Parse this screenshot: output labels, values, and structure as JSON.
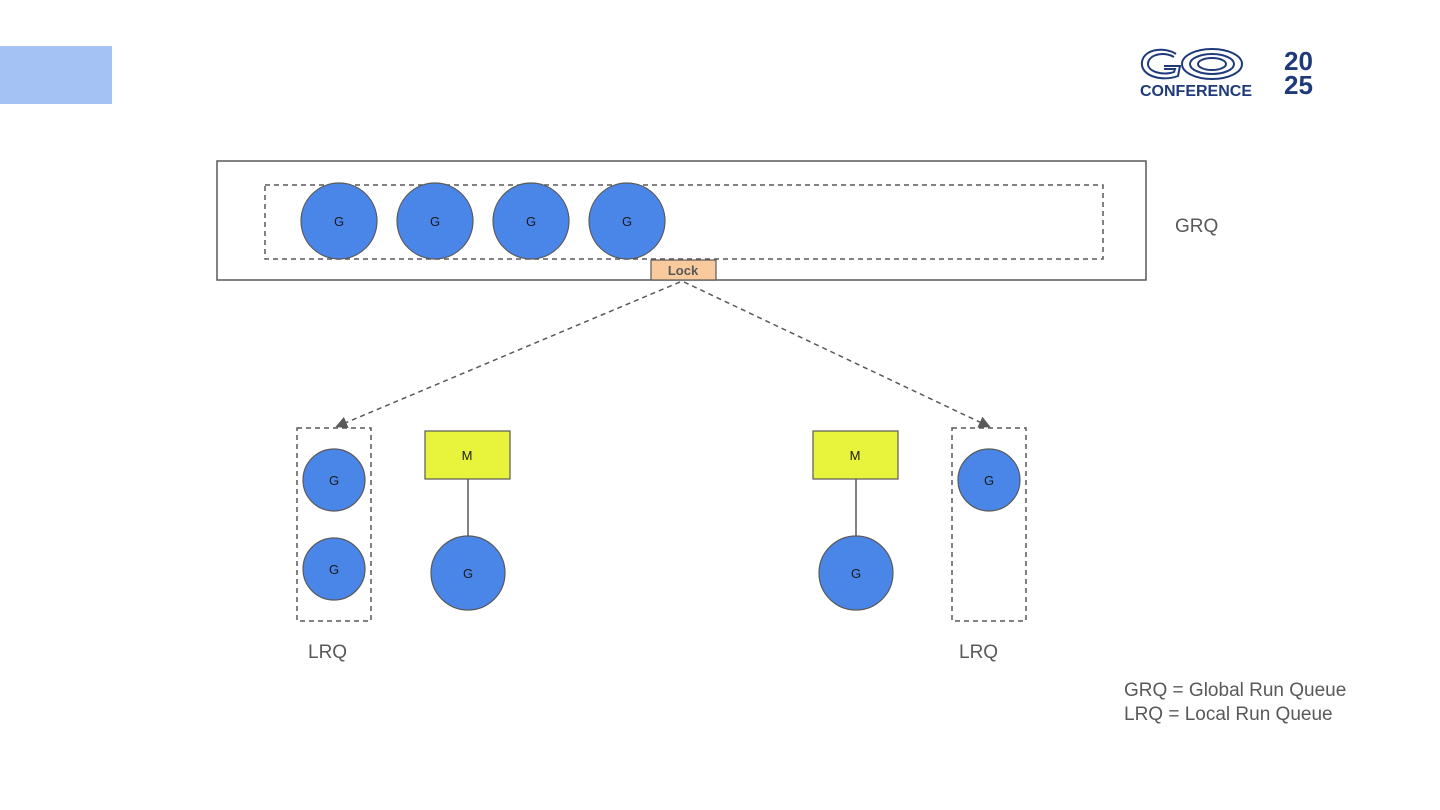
{
  "logo": {
    "word": "GO",
    "year_top": "20",
    "year_bottom": "25",
    "subtitle": "CONFERENCE"
  },
  "grq": {
    "label": "GRQ",
    "goroutines": [
      "G",
      "G",
      "G",
      "G"
    ],
    "lock_label": "Lock"
  },
  "left_p": {
    "lrq_label": "LRQ",
    "lrq_goroutines": [
      "G",
      "G"
    ],
    "machine_label": "M",
    "running_goroutine": "G"
  },
  "right_p": {
    "lrq_label": "LRQ",
    "lrq_goroutines": [
      "G"
    ],
    "machine_label": "M",
    "running_goroutine": "G"
  },
  "legend": {
    "line1": "GRQ = Global Run Queue",
    "line2": "LRQ = Local Run Queue"
  },
  "colors": {
    "goroutine_fill": "#4a86e8",
    "machine_fill": "#e7f43b",
    "lock_fill": "#f9cb9c",
    "corner_block": "#a4c2f4",
    "logo_navy": "#1f3a7a"
  }
}
